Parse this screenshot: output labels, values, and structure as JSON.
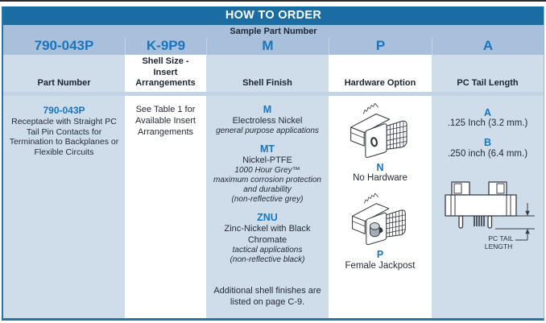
{
  "title": "HOW TO ORDER",
  "sample": {
    "label": "Sample Part Number",
    "components": [
      "790-043P",
      "K-9P9",
      "M",
      "P",
      "A"
    ]
  },
  "columns": {
    "part_number": {
      "header": "Part Number",
      "code": "790-043P",
      "description": "Receptacle with Straight PC Tail Pin Contacts for Termination to Backplanes or Flexible Circuits"
    },
    "shell_size": {
      "header_lines": [
        "Shell Size -",
        "Insert",
        "Arrangements"
      ],
      "note": "See Table 1 for Available Insert Arrangements"
    },
    "shell_finish": {
      "header": "Shell Finish",
      "options": [
        {
          "code": "M",
          "name": "Electroless Nickel",
          "notes": [
            "general purpose applications"
          ]
        },
        {
          "code": "MT",
          "name": "Nickel-PTFE",
          "notes": [
            "1000 Hour Grey™",
            "maximum corrosion protection and durability",
            "(non-reflective grey)"
          ]
        },
        {
          "code": "ZNU",
          "name": "Zinc-Nickel with Black Chromate",
          "notes": [
            "tactical applications",
            "(non-reflective black)"
          ]
        }
      ],
      "footnote": "Additional shell finishes are listed on page C-9."
    },
    "hardware": {
      "header": "Hardware Option",
      "options": [
        {
          "code": "N",
          "label": "No Hardware",
          "icon": "connector-no-hardware-drawing"
        },
        {
          "code": "P",
          "label": "Female Jackpost",
          "icon": "connector-female-jackpost-drawing"
        }
      ]
    },
    "pc_tail": {
      "header": "PC Tail Length",
      "options": [
        {
          "code": "A",
          "label": ".125 Inch (3.2 mm.)"
        },
        {
          "code": "B",
          "label": ".250 inch (6.4 mm.)"
        }
      ],
      "diagram_labels": [
        "PC TAIL",
        "LENGTH"
      ]
    }
  },
  "colors": {
    "header_bg": "#1a6da1",
    "band_bg": "#a9c0dc",
    "cell_bg": "#cfdcea",
    "accent_blue": "#1b75bc",
    "border_blue": "#2574a9"
  }
}
